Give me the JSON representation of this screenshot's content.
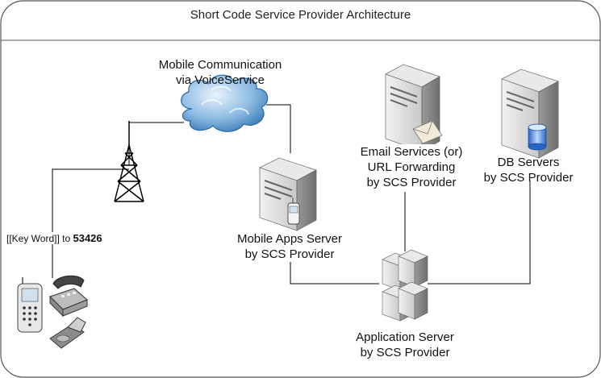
{
  "diagram": {
    "title": "Short Code Service Provider Architecture",
    "nodes": {
      "cloud": {
        "lines": [
          "Mobile Communication",
          "via VoiceService"
        ]
      },
      "email": {
        "lines": [
          "Email Services (or)",
          "URL Forwarding",
          "by SCS Provider"
        ]
      },
      "db": {
        "lines": [
          "DB Servers",
          "by SCS Provider"
        ]
      },
      "mobile_apps": {
        "lines": [
          "Mobile Apps Server",
          "by SCS Provider"
        ]
      },
      "app_server": {
        "lines": [
          "Application Server",
          "by SCS Provider"
        ]
      }
    },
    "keyword_text": "[[Key Word]] to ",
    "short_code": "53426"
  },
  "colors": {
    "frame_border": "#555555",
    "server_body": "#d4d4d4",
    "server_dark": "#8a8a8a",
    "cloud": "#7fb2de",
    "line": "#000000"
  }
}
